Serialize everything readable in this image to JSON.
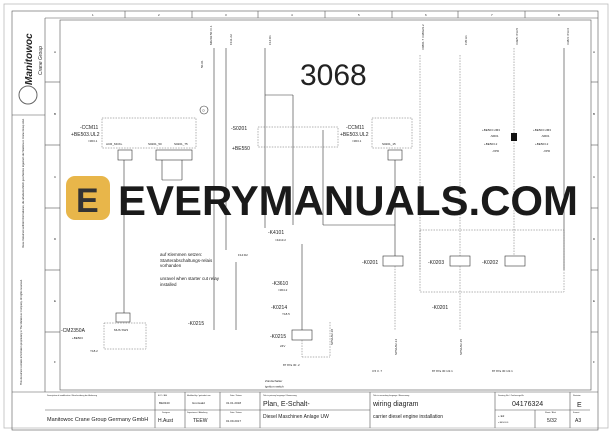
{
  "columns": [
    "1",
    "2",
    "3",
    "4",
    "5",
    "6",
    "7",
    "8"
  ],
  "rows": [
    "A",
    "B",
    "C",
    "D",
    "E",
    "F"
  ],
  "logo": {
    "brand": "Manitowoc",
    "sub": "Crane Group"
  },
  "side_notes": {
    "copyright_de": "Diese Dokument enthält Informationen, die urheberrechtlich geschütztes Eigentum der Manitowoc Crane Group sind.",
    "copyright_en": "This document contains information proprietary to The Manitowoc Company. All rights reserved."
  },
  "diagram": {
    "ccm11_left": {
      "name": "-CCM11",
      "loc": "+BE503.UL2",
      "ref": "=363.1",
      "pins": [
        "ACR_MCKL",
        "S0201_50",
        "S0201_75"
      ]
    },
    "circle_marker": "D",
    "top_refs": [
      "M0202:50 /X.1",
      "50-01",
      "F111.A2",
      "F14:D1",
      "X0801.7 X3802/2.2",
      "F35:H1",
      "X39/5 =f13.5",
      "X38/4 =f13.6"
    ],
    "s0201": {
      "name": "-S0201",
      "loc": "+BE550"
    },
    "ccm11_right": {
      "name": "-CCM11",
      "loc": "+BE503.UL2",
      "ref": "=363.1",
      "pin": "S0201_15"
    },
    "right_conn_1": {
      "loc": "+BE503.UM3",
      "name": "-SR01",
      "loc2": "+BE503.2",
      "xpd": "-XPD"
    },
    "right_conn_2": {
      "loc": "+BE503.UM3",
      "name": "-SR01",
      "loc2": "+BE503.2",
      "xpd": "-XPD"
    },
    "k4101": {
      "name": "-K4101",
      "ref": "=4413.2"
    },
    "f14": "F14:D2",
    "note_de": "auf Klemmen setzen: Starterabschaltungs-relais vorhanden",
    "note_en": "unravel when starter cut relay installed",
    "k3610": {
      "name": "-K3610",
      "ref": "=364.2"
    },
    "k0214": {
      "name": "-K0214",
      "ref": "Y18.5"
    },
    "k0215": {
      "name": "-K0215",
      "volt": "24V"
    },
    "k0215_left": "-K0215",
    "cm2350a": {
      "name": "-CM2350A",
      "loc": "+BE503",
      "ref": "Y18.2",
      "box": "MUS SW3"
    },
    "k0201": "-K0201",
    "k0203": "-K0203",
    "k0202": "-K0202",
    "k0201_contact": "-K0201",
    "ignition_de": "Zündschalter",
    "ignition_en": "ignition switch",
    "spsl_refs": [
      "SPS1/02.18",
      "SPS1/02.14",
      "SPS1/02.15"
    ],
    "contact_tables": [
      "87 87a  30  .2",
      "3.5  3  .7",
      "87 87a  30  1/2.1",
      "87 87a  30  1/2.1"
    ]
  },
  "watermark": {
    "text": "EVERYMANUALS.COM",
    "logo_letter": "E",
    "faint": "3068"
  },
  "title_block": {
    "modification_label": "Description of modification / Beschreibung der Änderung",
    "eco_label": "ECO / ÄM",
    "eco": "BE0340",
    "modified_by_label": "Modified by / geändert von",
    "modified_by": "Gronwald",
    "date_label": "Date / Datum",
    "date_mod": "31.01.2018",
    "company": "Manitowoc Crane Group Germany GmbH",
    "designer_label": "Designer",
    "designer": "H.Aust",
    "department_label": "Department / Abteilung",
    "department": "TEEW",
    "date_created": "01.09.2017",
    "primary_label": "Title in primary language / Benennung",
    "title_primary_1": "Plan, E-Schalt-",
    "title_primary_2": "Diesel Maschinen Anlage UW",
    "secondary_label": "Title in secondary language / Benennung",
    "title_secondary_1": "wiring diagram",
    "title_secondary_2": "carrier diesel engine installation",
    "drawing_no_label": "Drawing No. / Zeichnungs-Nr.",
    "drawing_no": "04176324",
    "revision_label": "Revision",
    "revision": "E",
    "location": "+ E2",
    "location2": "= BE503.01",
    "sheet_label": "Sheet / Blatt",
    "sheet": "5/32",
    "format_label": "Format",
    "format": "A3"
  }
}
